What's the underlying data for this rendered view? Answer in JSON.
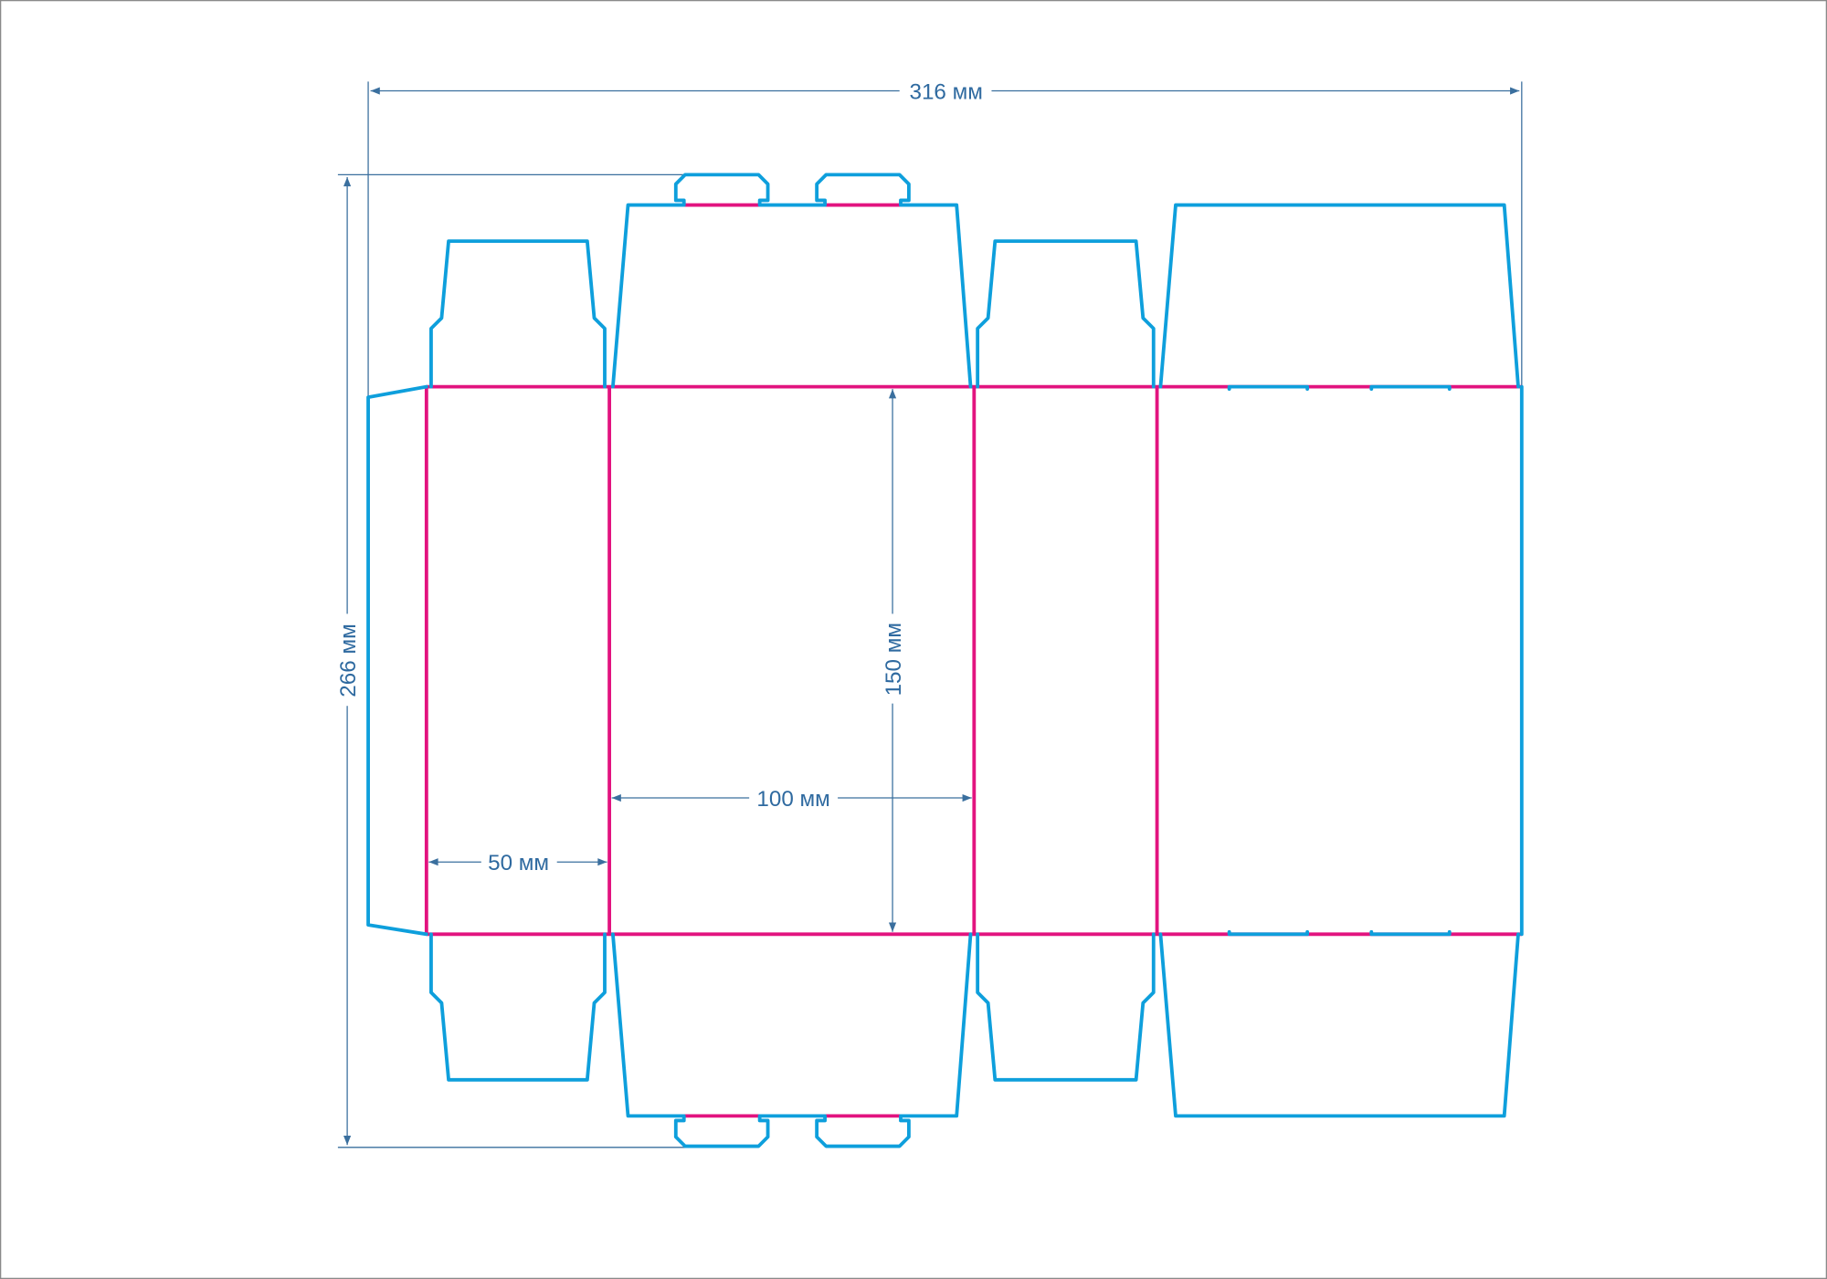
{
  "diagram": {
    "type": "box-dieline",
    "dimensions": {
      "total_width": "316 мм",
      "total_height": "266 мм",
      "panel_height": "150 мм",
      "front_panel_width": "100 мм",
      "side_panel_width": "50 мм"
    },
    "colors": {
      "cut_line": "#0e9fdc",
      "fold_line": "#e2137f",
      "dimension_line": "#3a6f9e",
      "frame": "#8a8a8a"
    }
  }
}
